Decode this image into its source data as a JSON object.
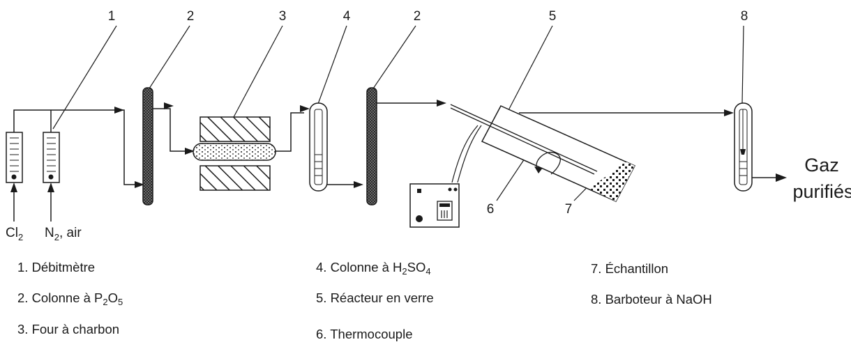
{
  "callouts": [
    "1",
    "2",
    "3",
    "4",
    "2",
    "5",
    "6",
    "7",
    "8"
  ],
  "inputs": {
    "cl": {
      "text": "Cl",
      "sub": "2"
    },
    "n2": {
      "text": "N",
      "sub": "2",
      "post": ", air"
    }
  },
  "output": {
    "line1": "Gaz",
    "line2": "purifiés"
  },
  "legend": {
    "item1": {
      "text": "1. Débitmètre"
    },
    "item2": {
      "text": "2. Colonne à P",
      "sub1": "2",
      "mid": "O",
      "sub2": "5"
    },
    "item3": {
      "text": "3. Four à charbon"
    },
    "item4": {
      "text": "4. Colonne à H",
      "sub1": "2",
      "mid": "SO",
      "sub2": "4"
    },
    "item5": {
      "text": "5. Réacteur en verre"
    },
    "item6": {
      "text": "6. Thermocouple"
    },
    "item7": {
      "text": "7. Échantillon"
    },
    "item8": {
      "text": "8. Barboteur à NaOH"
    }
  },
  "colors": {
    "line": "#1a1a1a",
    "column_fill": "#555555",
    "background": "#ffffff"
  }
}
